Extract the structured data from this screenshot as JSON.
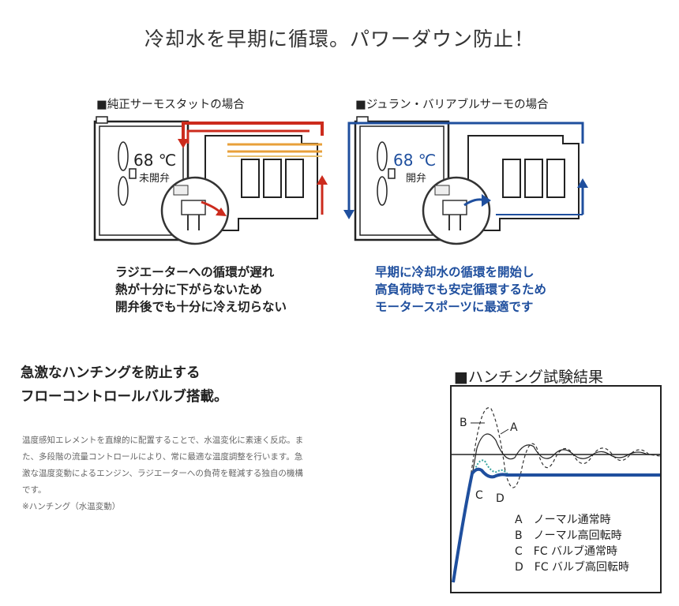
{
  "title": "冷却水を早期に循環。パワーダウン防止！",
  "left_panel": {
    "caption": "■純正サーモスタットの場合",
    "temp": "68 ℃",
    "valve": "未開弁",
    "desc": [
      "ラジエーターへの循環が遅れ",
      "熱が十分に下がらないため",
      "開弁後でも十分に冷え切らない"
    ],
    "accent": "#cc2b1d"
  },
  "right_panel": {
    "caption": "■ジュラン・バリアブルサーモの場合",
    "temp": "68 ℃",
    "valve": "開弁",
    "desc": [
      "早期に冷却水の循環を開始し",
      "高負荷時でも安定循環するため",
      "モータースポーツに最適です"
    ],
    "accent": "#1f4f9e"
  },
  "feature": {
    "heading": [
      "急激なハンチングを防止する",
      "フローコントロールバルブ搭載。"
    ],
    "body": [
      "温度感知エレメントを直線的に配置することで、水温変化に素速く反応。ま",
      "た、多段階の流量コントロールにより、常に最適な温度調整を行います。急",
      "激な温度変動によるエンジン、ラジエーターへの負荷を軽減する独自の機構",
      "です。",
      "※ハンチング（水温変動）"
    ]
  },
  "chart": {
    "title": "■ハンチング試験結果",
    "labels": {
      "A": "A",
      "B": "B",
      "C": "C",
      "D": "D"
    },
    "legend": [
      "A　ノーマル通常時",
      "B　ノーマル高回転時",
      "C　FC バルブ通常時",
      "D　FC バルブ高回転時"
    ]
  }
}
